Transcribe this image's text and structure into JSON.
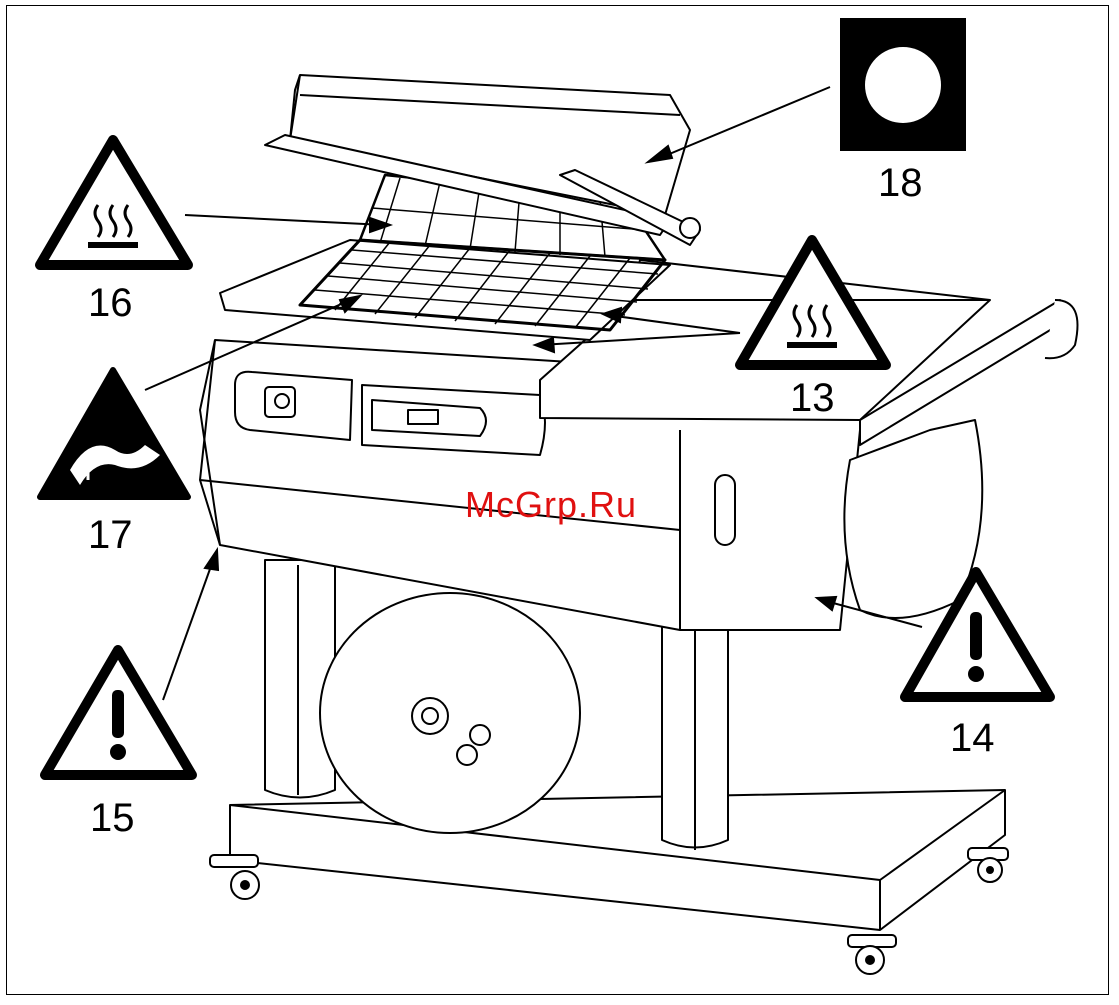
{
  "labels": {
    "n13": "13",
    "n14": "14",
    "n15": "15",
    "n16": "16",
    "n17": "17",
    "n18": "18"
  },
  "watermark": "McGrp.Ru",
  "icons": {
    "n13": "hot-surface-warning-icon",
    "n14": "general-warning-icon",
    "n15": "general-warning-icon",
    "n16": "hot-surface-warning-icon",
    "n17": "crush-hazard-warning-icon",
    "n18": "circle-symbol-icon"
  },
  "colors": {
    "line": "#000000",
    "watermark": "#e01010",
    "background": "#ffffff"
  }
}
